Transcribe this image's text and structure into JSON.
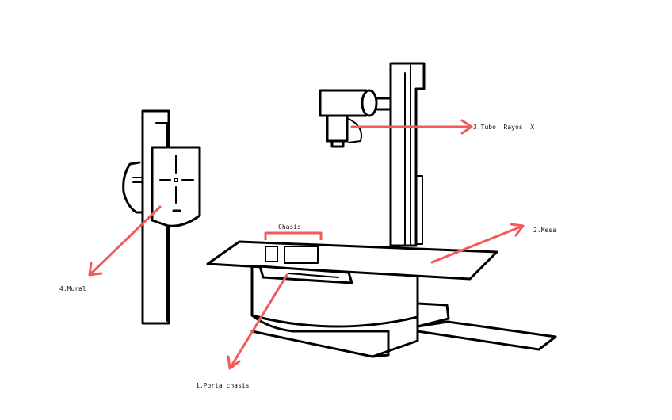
{
  "colors": {
    "ink": "#000000",
    "arrow": "#f05a5a",
    "background": "#ffffff"
  },
  "labels": {
    "porta_chasis": "1.Porta chasis",
    "mesa": "2.Mesa",
    "tubo_rayos_x": "3.Tubo  Rayos  X",
    "mural": "4.Mural",
    "chasis": "Chasis"
  }
}
